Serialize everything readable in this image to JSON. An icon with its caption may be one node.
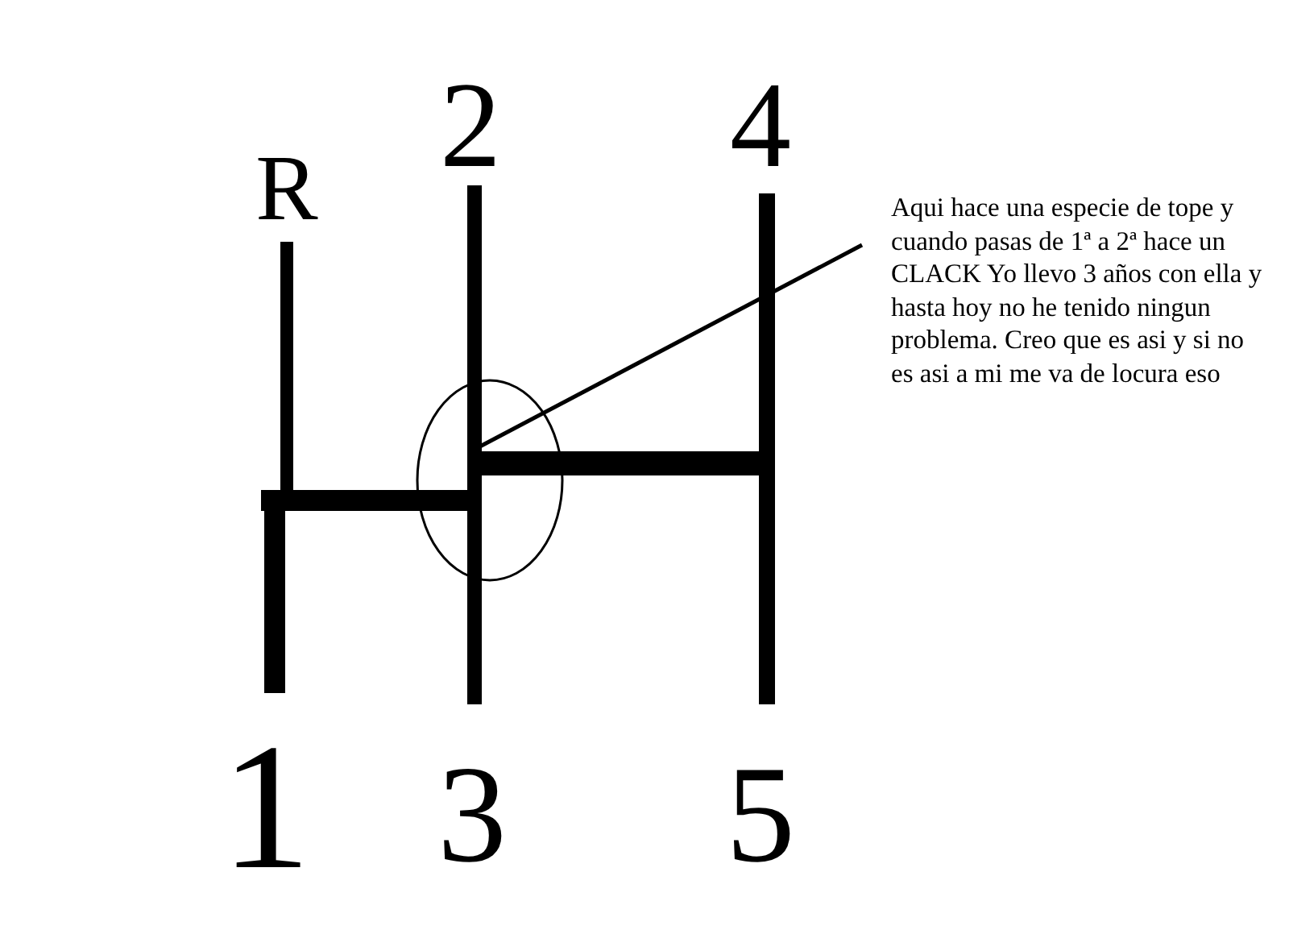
{
  "diagram": {
    "nodes": [
      {
        "text": [
          "Aqui hace una especie de tope y cuando pasas de 1ª a 2ª hace un CLACK Yo llevo 3 años con ella y hasta hoy no he tenido ningun problema. Creo que es asi y si no es asi a mi me va de locura eso"
        ]
      },
      {
        "text": [],
        "shape": "circle"
      }
    ],
    "edges": [
      {
        "from": 0,
        "to": 1,
        "arrow": "none"
      }
    ],
    "labels": [
      "R",
      "2",
      "4",
      "1",
      "3",
      "5"
    ]
  }
}
